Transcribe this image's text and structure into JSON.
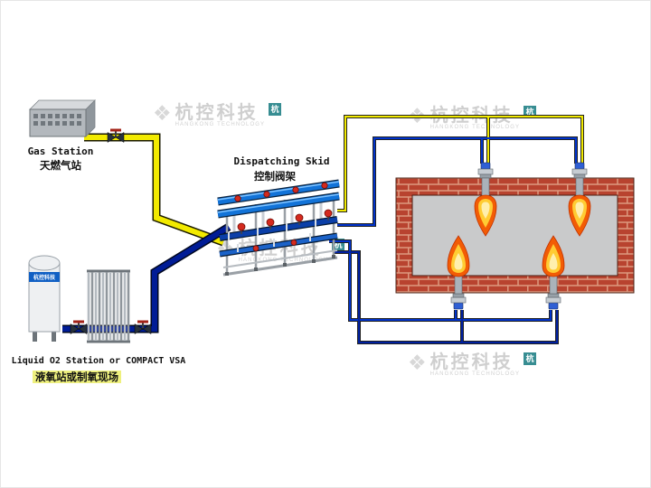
{
  "labels": {
    "gas_station": {
      "en": "Gas Station",
      "zh": "天燃气站"
    },
    "dispatching_skid": {
      "en": "Dispatching Skid",
      "zh": "控制阀架"
    },
    "o2_station": {
      "en": "Liquid O2 Station or COMPACT VSA",
      "zh": "液氧站或制氧现场"
    }
  },
  "watermark": {
    "logo_glyph": "❖",
    "zh": "杭控科技",
    "en": "HANGKONG TECHNOLOGY",
    "badge": "杭"
  },
  "colors": {
    "gas_pipe": "#f2ea00",
    "oxygen_pipe": "#001c96",
    "signal_blue": "#0033cc",
    "signal_navy": "#0020a0",
    "brick": "#b8432f",
    "furnace_interior": "#c9cacb",
    "flame_outer": "#f25c05",
    "flame_inner": "#ffcc33",
    "skid_pipe_blue": "#1273d8",
    "valve_red": "#d42a1e"
  }
}
